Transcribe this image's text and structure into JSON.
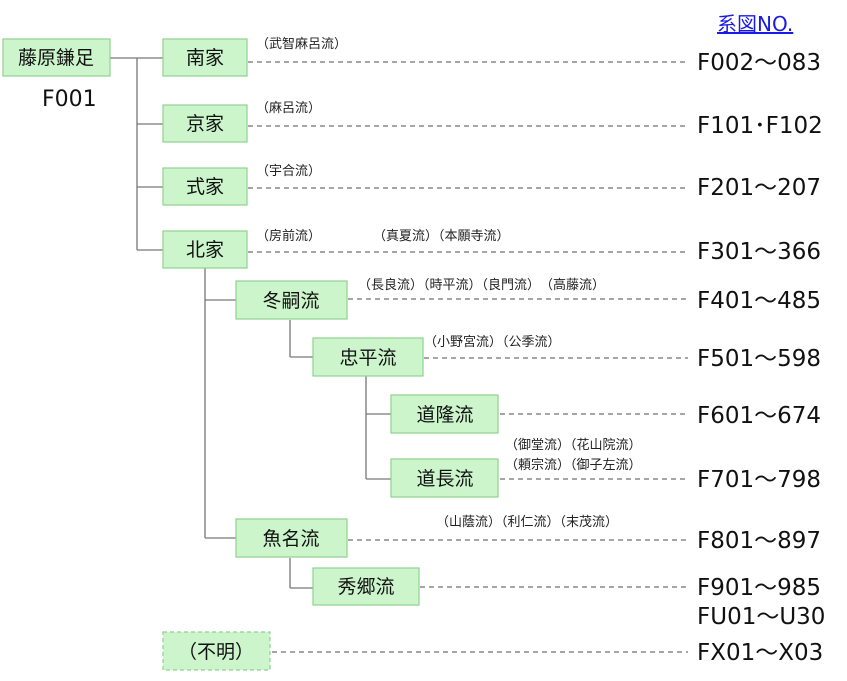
{
  "legend": {
    "label": "系図NO.",
    "color": "#1a1ae6"
  },
  "root": {
    "name": "藤原鎌足",
    "code": "F001"
  },
  "colors": {
    "node_fill": "#ccf5cc",
    "node_border": "#8fd18f",
    "tree_line": "#777777",
    "dash_line": "#888888"
  },
  "branches": [
    {
      "id": "nanke",
      "name": "南家",
      "lineage": "（武智麻呂流）",
      "code": "F002～083"
    },
    {
      "id": "kyoke",
      "name": "京家",
      "lineage": "（麻呂流）",
      "code": "F101･F102"
    },
    {
      "id": "shikike",
      "name": "式家",
      "lineage": "（宇合流）",
      "code": "F201～207"
    },
    {
      "id": "hokke",
      "name": "北家",
      "lineage": "（房前流）",
      "lineage2": "（真夏流）（本願寺流）",
      "code": "F301～366"
    },
    {
      "id": "fuyutsugu",
      "name": "冬嗣流",
      "lineage": "（長良流）（時平流）（良門流）　（高藤流）",
      "code": "F401～485"
    },
    {
      "id": "tadahira",
      "name": "忠平流",
      "lineage": "（小野宮流）（公季流）",
      "code": "F501～598"
    },
    {
      "id": "michitaka",
      "name": "道隆流",
      "code": "F601～674"
    },
    {
      "id": "michinaga",
      "name": "道長流",
      "lineage": "（御堂流）（花山院流）",
      "lineage2": "（頼宗流）（御子左流）",
      "code": "F701～798"
    },
    {
      "id": "uona",
      "name": "魚名流",
      "lineage": "（山蔭流）（利仁流）（末茂流）",
      "code": "F801～897"
    },
    {
      "id": "hidesato",
      "name": "秀郷流",
      "code": "F901～985",
      "code2": "FU01～U30"
    },
    {
      "id": "fumei",
      "name": "（不明）",
      "code": "FX01～X03"
    }
  ]
}
